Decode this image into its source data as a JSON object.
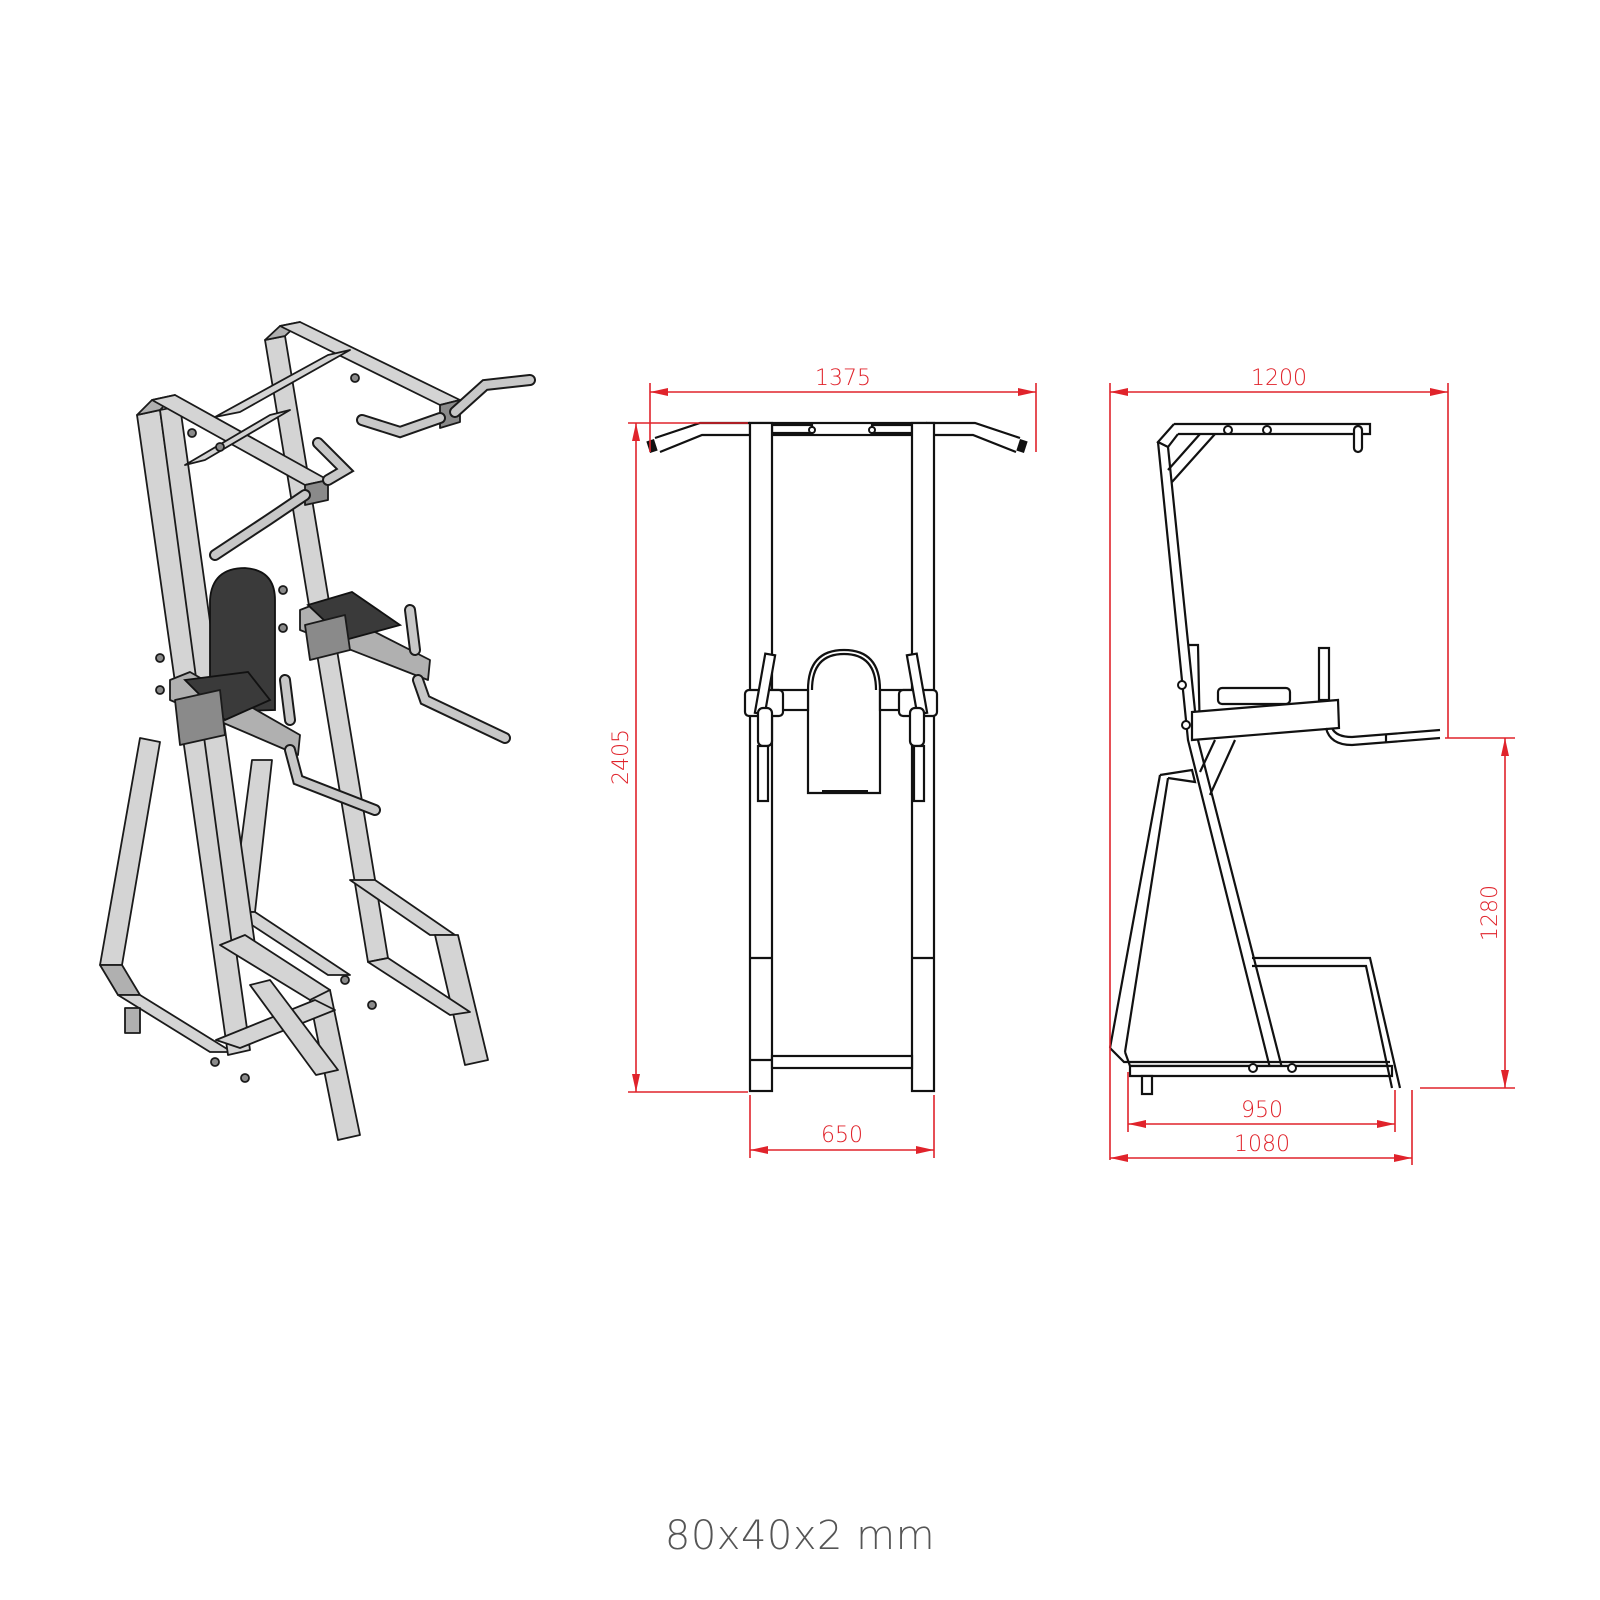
{
  "drawing": {
    "views": [
      {
        "name": "isometric",
        "label": ""
      },
      {
        "name": "front",
        "label": ""
      },
      {
        "name": "side",
        "label": ""
      }
    ],
    "dimensions": {
      "front_width": "1375",
      "total_height": "2405",
      "inner_width": "650",
      "side_depth_top": "1200",
      "dip_handle_height": "1280",
      "base_inner_depth": "950",
      "base_outer_depth": "1080"
    },
    "units": "mm",
    "dimension_color": "#e0232b",
    "line_color": "#111111"
  },
  "caption": "80x40x2 mm"
}
